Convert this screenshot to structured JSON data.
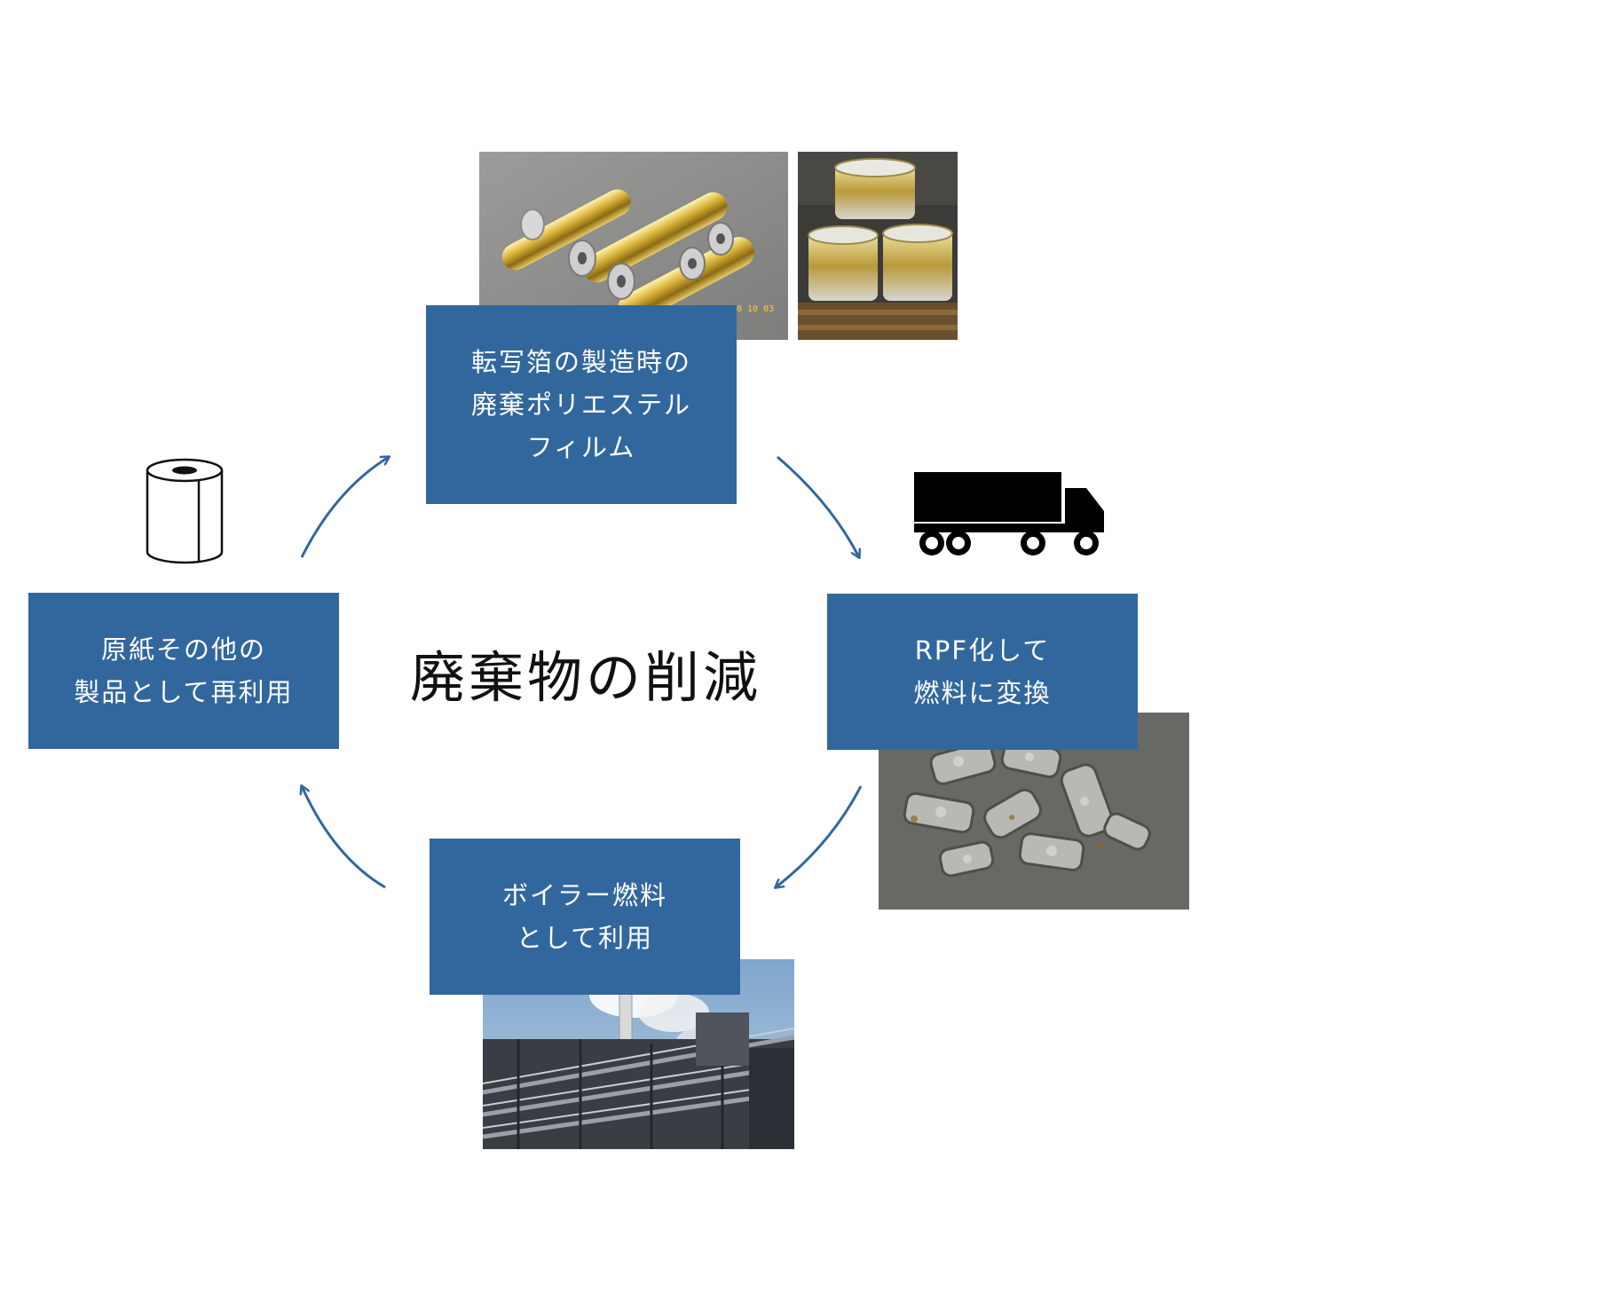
{
  "center": {
    "title": "廃棄物の削減"
  },
  "steps": {
    "top": "転写箔の製造時の\n廃棄ポリエステル\nフィルム",
    "right": "RPF化して\n燃料に変換",
    "bottom": "ボイラー燃料\nとして利用",
    "left": "原紙その他の\n製品として再利用"
  },
  "photo_overlay": {
    "timestamp": "0 10 03"
  },
  "colors": {
    "box": "#32679e",
    "arrow": "#32679e",
    "text": "#ffffff"
  },
  "icons": [
    "paper-roll-icon",
    "truck-icon"
  ]
}
